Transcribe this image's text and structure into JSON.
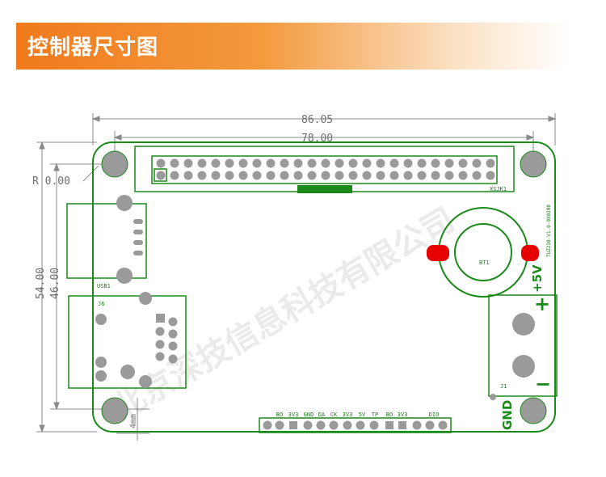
{
  "header": {
    "title": "控制器尺寸图"
  },
  "dimensions": {
    "width_outer": "86.05",
    "width_holes": "78.00",
    "height_outer": "54.00",
    "height_holes": "46.00",
    "radius": "R 0.00",
    "offset": "4mm"
  },
  "labels": {
    "xsjk1": "XSJK1",
    "usb": "USB1",
    "j6": "J6",
    "bt1": "BT1",
    "j1": "J1",
    "model": "TUZ230-V1.0-0X0208",
    "plus5v": "+5V",
    "plus": "+",
    "minus": "−",
    "gnd": "GND"
  },
  "bottom_pins": [
    "BO",
    "3V3",
    "GND",
    "DA",
    "CK",
    "3V3",
    "5V",
    "TP",
    "BO",
    "3V3",
    "DIO"
  ],
  "watermark": "北京深技信息科技有限公司",
  "colors": {
    "pcb": "#1a8a1a",
    "hole": "#9a9a9a",
    "dim": "#6f6f6f",
    "red": "#e60000",
    "banner": "#f07a1c"
  }
}
